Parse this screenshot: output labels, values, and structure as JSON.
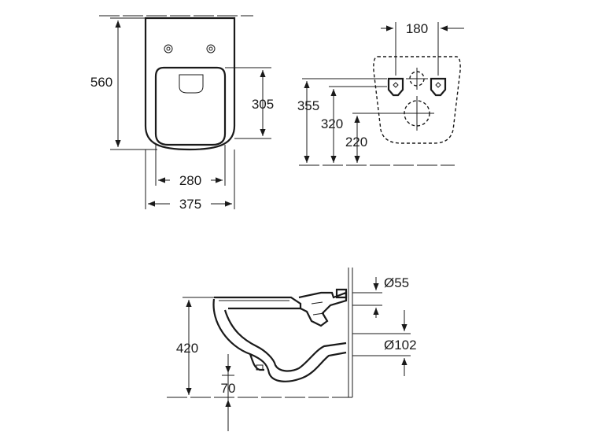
{
  "top_view": {
    "height_label": "560",
    "seat_height_label": "305",
    "inner_width_label": "280",
    "outer_width_label": "375"
  },
  "mounting_view": {
    "spacing_label": "180",
    "height_355_label": "355",
    "height_320_label": "320",
    "height_220_label": "220"
  },
  "side_view": {
    "height_label": "420",
    "offset_label": "70",
    "inlet_diameter_label": "Ø55",
    "outlet_diameter_label": "Ø102"
  }
}
